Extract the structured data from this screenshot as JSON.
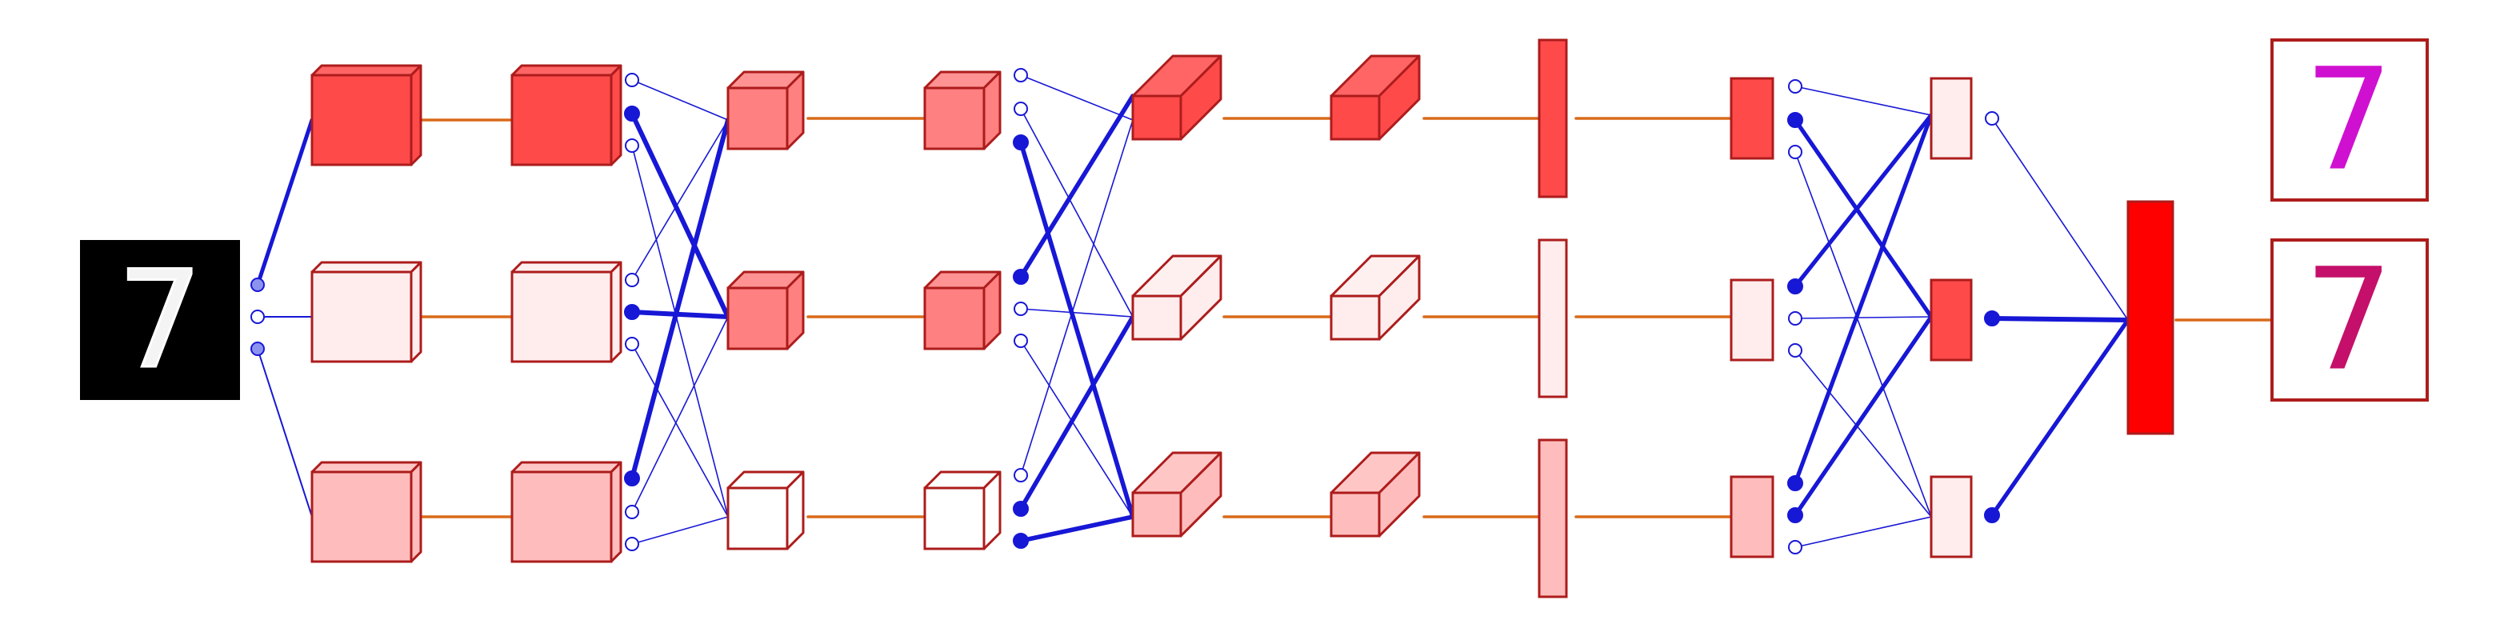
{
  "input": {
    "digit": "7"
  },
  "outputs": [
    {
      "label": "7",
      "color": "#d010d0"
    },
    {
      "label": "7",
      "color": "#c4106a"
    }
  ],
  "colors": {
    "edge": "#ad1c1c",
    "link": "#d96a1a",
    "conn": "#1717d6",
    "node_fill": "#8c93ef",
    "shade_strong": "#ff4a4a",
    "shade_medium": "#ff8080",
    "shade_light": "#ffbcbc",
    "shade_pale": "#ffeded",
    "shade_white": "#ffffff",
    "shade_output": "#ff0000"
  },
  "layers": [
    {
      "kind": "square",
      "shades": [
        "strong",
        "pale",
        "light"
      ]
    },
    {
      "kind": "square",
      "shades": [
        "strong",
        "pale",
        "light"
      ]
    },
    {
      "kind": "cube",
      "shades": [
        "medium",
        "medium",
        "white"
      ]
    },
    {
      "kind": "cube",
      "shades": [
        "medium",
        "medium",
        "white"
      ]
    },
    {
      "kind": "cube",
      "shades": [
        "strong",
        "pale",
        "light"
      ]
    },
    {
      "kind": "cube",
      "shades": [
        "strong",
        "pale",
        "light"
      ]
    },
    {
      "kind": "bar",
      "shades": [
        "strong",
        "pale",
        "light"
      ]
    },
    {
      "kind": "square",
      "shades": [
        "strong",
        "pale",
        "light"
      ]
    },
    {
      "kind": "square",
      "shades": [
        "pale",
        "strong",
        "pale"
      ]
    },
    {
      "kind": "output",
      "shades": [
        "output"
      ]
    }
  ]
}
